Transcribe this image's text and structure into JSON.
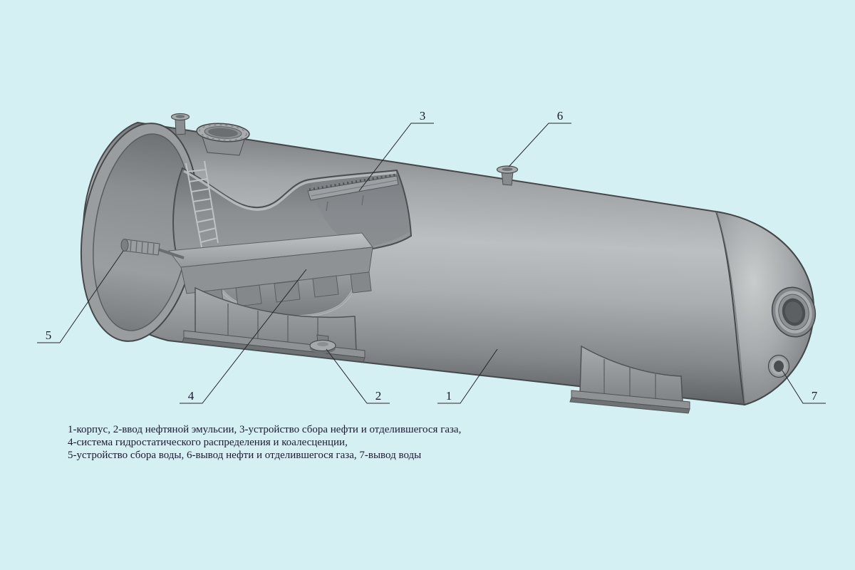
{
  "colors": {
    "background": "#d5f0f2",
    "vessel_mid": "#b7babc",
    "vessel_dark": "#5d6164",
    "interior": "#8c8f92",
    "outline": "#45484b",
    "text": "#17172e"
  },
  "diagram": {
    "callouts": [
      {
        "label": "1"
      },
      {
        "label": "2"
      },
      {
        "label": "3"
      },
      {
        "label": "4"
      },
      {
        "label": "5"
      },
      {
        "label": "6"
      },
      {
        "label": "7"
      }
    ],
    "caption": {
      "line1": "1-корпус, 2-ввод нефтяной эмульсии, 3-устройство сбора нефти и отделившегося газа,",
      "line2": "4-система гидростатического распределения и коалесценции,",
      "line3": "5-устройство сбора воды, 6-вывод нефти и отделившегося газа, 7-вывод воды"
    }
  }
}
